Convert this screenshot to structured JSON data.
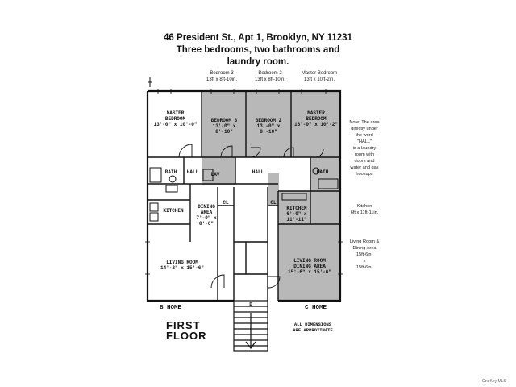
{
  "header": {
    "address": "46 President St., Apt 1, Brooklyn, NY 11231",
    "line2": "Three bedrooms, two bathrooms and",
    "line3": "laundry room."
  },
  "room_headers": {
    "bedroom3": {
      "name": "Bedroom 3",
      "dims": "13ft x 8ft-10in."
    },
    "bedroom2": {
      "name": "Bedroom 2",
      "dims": "13ft x 8ft-10in."
    },
    "master": {
      "name": "Master Bedroom",
      "dims": "13ft x 10ft-2in."
    }
  },
  "plan_labels": {
    "b_master_bedroom": "MASTER\nBEDROOM\n13'-0\" x 10'-0\"",
    "c_bedroom3": "BEDROOM 3\n13'-0\" x 8'-10\"",
    "c_bedroom2": "BEDROOM 2\n13'-0\" x 8'-10\"",
    "c_master_bedroom": "MASTER\nBEDROOM\n13'-0\" x 10'-2\"",
    "b_bath": "BATH",
    "b_hall": "HALL",
    "lav": "LAV",
    "c_hall": "HALL",
    "c_bath": "BATH",
    "b_kitchen": "KITCHEN",
    "b_dining": "DINING AREA\n7'-9\" x 8'-6\"",
    "cl1": "CL",
    "cl2": "CL",
    "c_kitchen": "KITCHEN\n6'-0\" x 11'-11\"",
    "b_living": "LIVING ROOM\n14'-2\" x 15'-6\"",
    "c_living": "LIVING ROOM\nDINING AREA\n15'-6\" x 15'-6\"",
    "d": "D"
  },
  "notes": {
    "laundry": "Note: The area\ndirectly under\nthe word\n\"HALL\"\nis a laundry\nroom with\ndoors and\nwater and gas\nhookups",
    "kitchen": "Kitchen\n6ft x 11ft-11in.",
    "living": "Living Room &\nDining Area\n15ft-6in.\nx\n15ft-6in."
  },
  "footer": {
    "b_home": "B HOME",
    "c_home": "C HOME",
    "first_floor": "FIRST\nFLOOR",
    "dimensions": "ALL DIMENSIONS\nARE APPROXIMATE"
  },
  "watermark": "OneKey MLS",
  "colors": {
    "shade": "#b8b8b8",
    "line": "#111111"
  }
}
